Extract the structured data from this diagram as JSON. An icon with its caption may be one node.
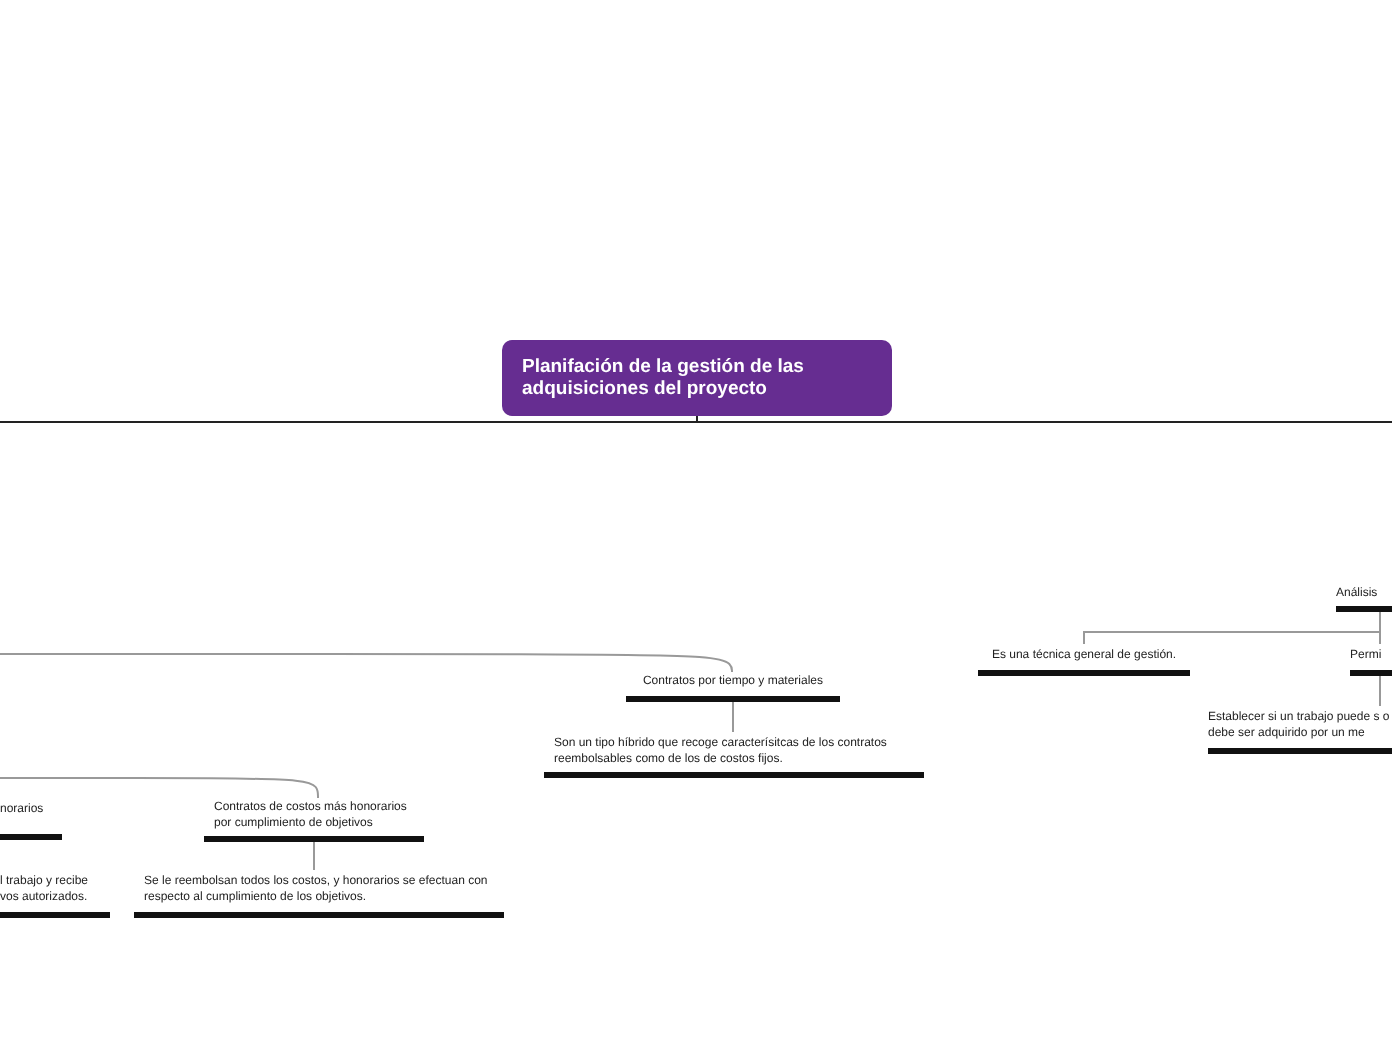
{
  "diagram": {
    "nodes": [
      {
        "text": [
          "Planifación de la gestión de las adquisiciones del proyecto"
        ]
      },
      {
        "text": [
          "norarios"
        ]
      },
      {
        "text": [
          "Contratos de costos más honorarios por cumplimiento de objetivos"
        ]
      },
      {
        "text": [
          "l trabajo y recibe vos autorizados."
        ]
      },
      {
        "text": [
          "Se le reembolsan todos los costos, y honorarios se efectuan con respecto al cumplimiento de los objetivos."
        ]
      },
      {
        "text": [
          "Contratos por tiempo y materiales"
        ]
      },
      {
        "text": [
          "Son un tipo híbrido que recoge caracterísitcas de los contratos reembolsables como de los de costos fijos."
        ]
      },
      {
        "text": [
          "Análisis"
        ]
      },
      {
        "text": [
          "Es una técnica general de gestión."
        ]
      },
      {
        "text": [
          "Permi"
        ]
      },
      {
        "text": [
          "Establecer si un trabajo puede s o debe ser adquirido por un me"
        ]
      }
    ],
    "edges": [
      {
        "from": 0,
        "to": null,
        "arrow": "none",
        "color": "#222222"
      },
      {
        "from": 0,
        "to": null,
        "arrow": "none",
        "color": "#222222"
      },
      {
        "from": null,
        "to": 5,
        "arrow": "none"
      },
      {
        "from": null,
        "to": 2,
        "arrow": "none"
      },
      {
        "from": 2,
        "to": 4,
        "arrow": "none"
      },
      {
        "from": 5,
        "to": 6,
        "arrow": "none"
      },
      {
        "from": 7,
        "to": 8,
        "arrow": "none"
      },
      {
        "from": 7,
        "to": 9,
        "arrow": "none"
      },
      {
        "from": 9,
        "to": 10,
        "arrow": "none"
      }
    ]
  }
}
